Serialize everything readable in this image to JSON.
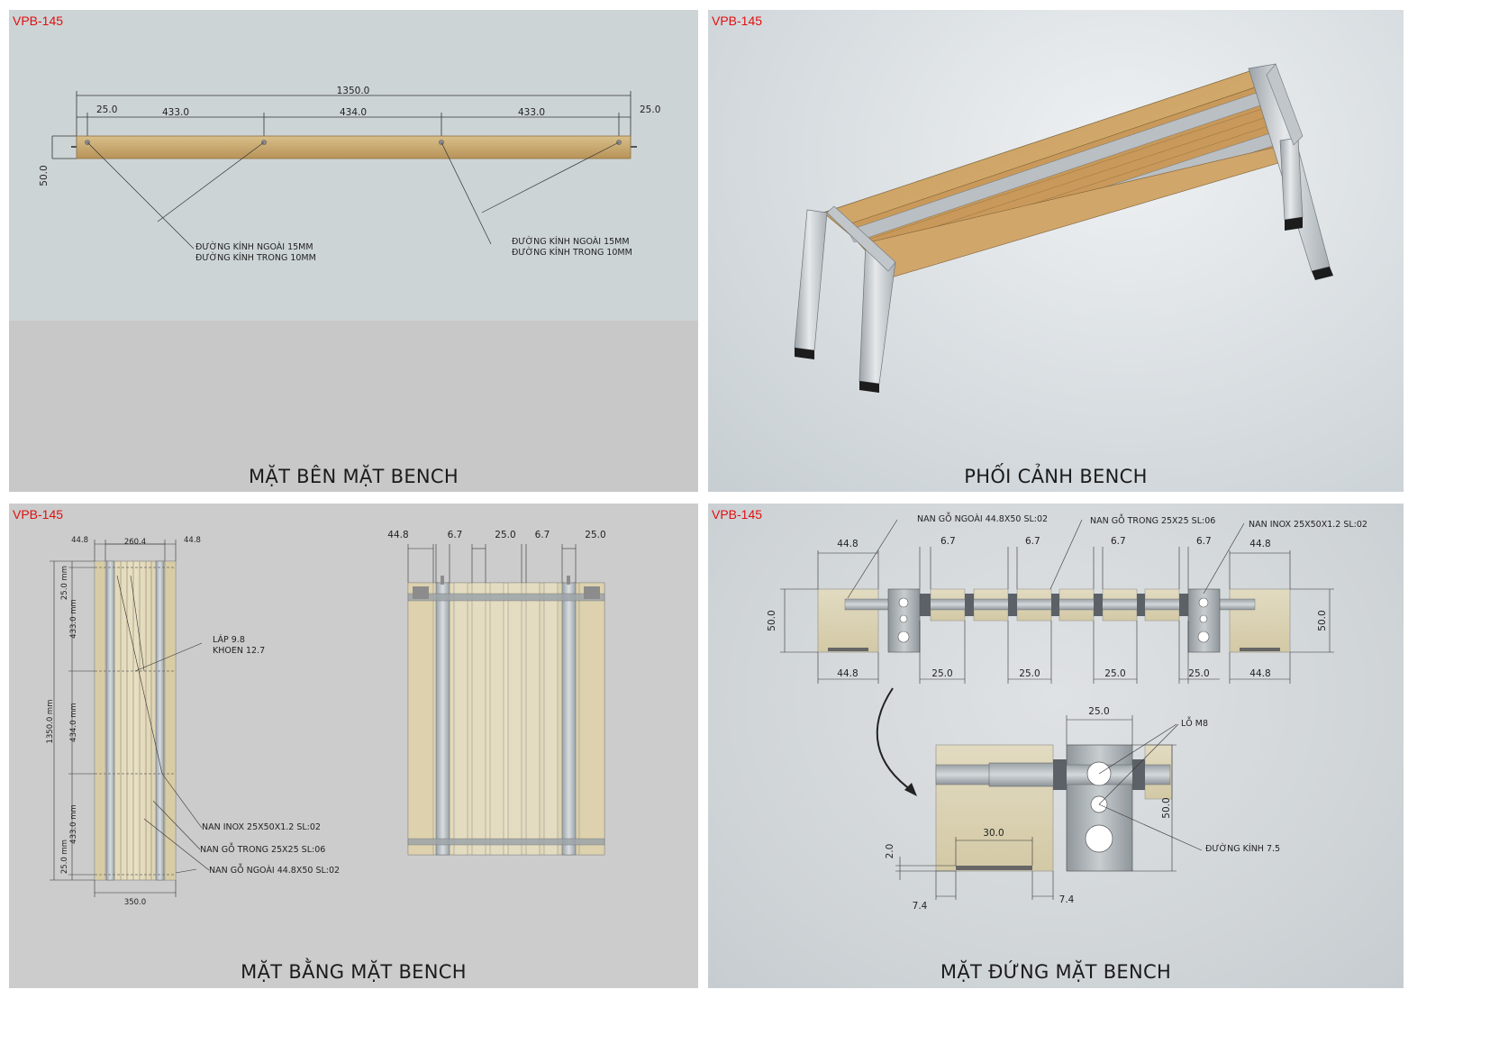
{
  "panels": {
    "side": {
      "code": "VPB-145",
      "caption": "MẶT BÊN MẶT BENCH",
      "dims": {
        "total": "1350.0",
        "end_left": "25.0",
        "span1": "433.0",
        "span2": "434.0",
        "span3": "433.0",
        "end_right": "25.0",
        "height": "50.0"
      },
      "notes": {
        "left_line1": "ĐƯỜNG KÍNH NGOÀI 15MM",
        "left_line2": "ĐƯỜNG KÍNH TRONG 10MM",
        "right_line1": "ĐƯỜNG KÍNH NGOÀI 15MM",
        "right_line2": "ĐƯỜNG KÍNH TRONG 10MM"
      }
    },
    "perspective": {
      "code": "VPB-145",
      "caption": "PHỐI CẢNH BENCH"
    },
    "plan": {
      "code": "VPB-145",
      "caption": "MẶT BẰNG MẶT BENCH",
      "dims": {
        "top_left": "44.8",
        "top_mid": "260.4",
        "top_right": "44.8",
        "v_end_top": "25.0 mm",
        "v_span1": "433.0 mm",
        "v_span2": "434.0 mm",
        "v_span3": "433.0 mm",
        "v_end_bottom": "25.0 mm",
        "v_total": "1350.0 mm",
        "bottom": "350.0"
      },
      "notes": {
        "lap1": "LÁP 9.8",
        "lap2": "KHOEN 12.7",
        "inox": "NAN INOX 25X50X1.2 SL:02",
        "inner": "NAN GỖ TRONG 25X25 SL:06",
        "outer": "NAN GỖ NGOÀI 44.8X50 SL:02"
      },
      "detail_dims": {
        "d1": "44.8",
        "d2": "6.7",
        "d3": "25.0",
        "d4": "6.7",
        "d5": "25.0"
      }
    },
    "front": {
      "code": "VPB-145",
      "caption": "MẶT ĐỨNG MẶT BENCH",
      "notes": {
        "outer": "NAN GỖ NGOÀI 44.8X50 SL:02",
        "inner": "NAN GỖ TRONG 25X25 SL:06",
        "inox": "NAN INOX 25X50X1.2 SL:02",
        "hole": "LỖ M8",
        "diameter": "ĐƯỜNG KÍNH 7.5"
      },
      "top_dims": {
        "left": "44.8",
        "g1": "6.7",
        "g2": "6.7",
        "g3": "6.7",
        "g4": "6.7",
        "right": "44.8"
      },
      "bottom_dims": {
        "left": "44.8",
        "s1": "25.0",
        "s2": "25.0",
        "s3": "25.0",
        "s4": "25.0",
        "right": "44.8"
      },
      "height_left": "50.0",
      "height_right": "50.0",
      "detail": {
        "top": "25.0",
        "height": "50.0",
        "slot": "30.0",
        "depth": "2.0",
        "left_offset": "7.4",
        "right_offset": "7.4"
      }
    }
  },
  "colors": {
    "code_red": "#e01010",
    "wood": "#c9a56a",
    "steel": "#b5bcc0",
    "panel_bg": "#cccccc"
  },
  "icons": [
    "dimension-arrow-icon",
    "curved-arrow-icon"
  ]
}
